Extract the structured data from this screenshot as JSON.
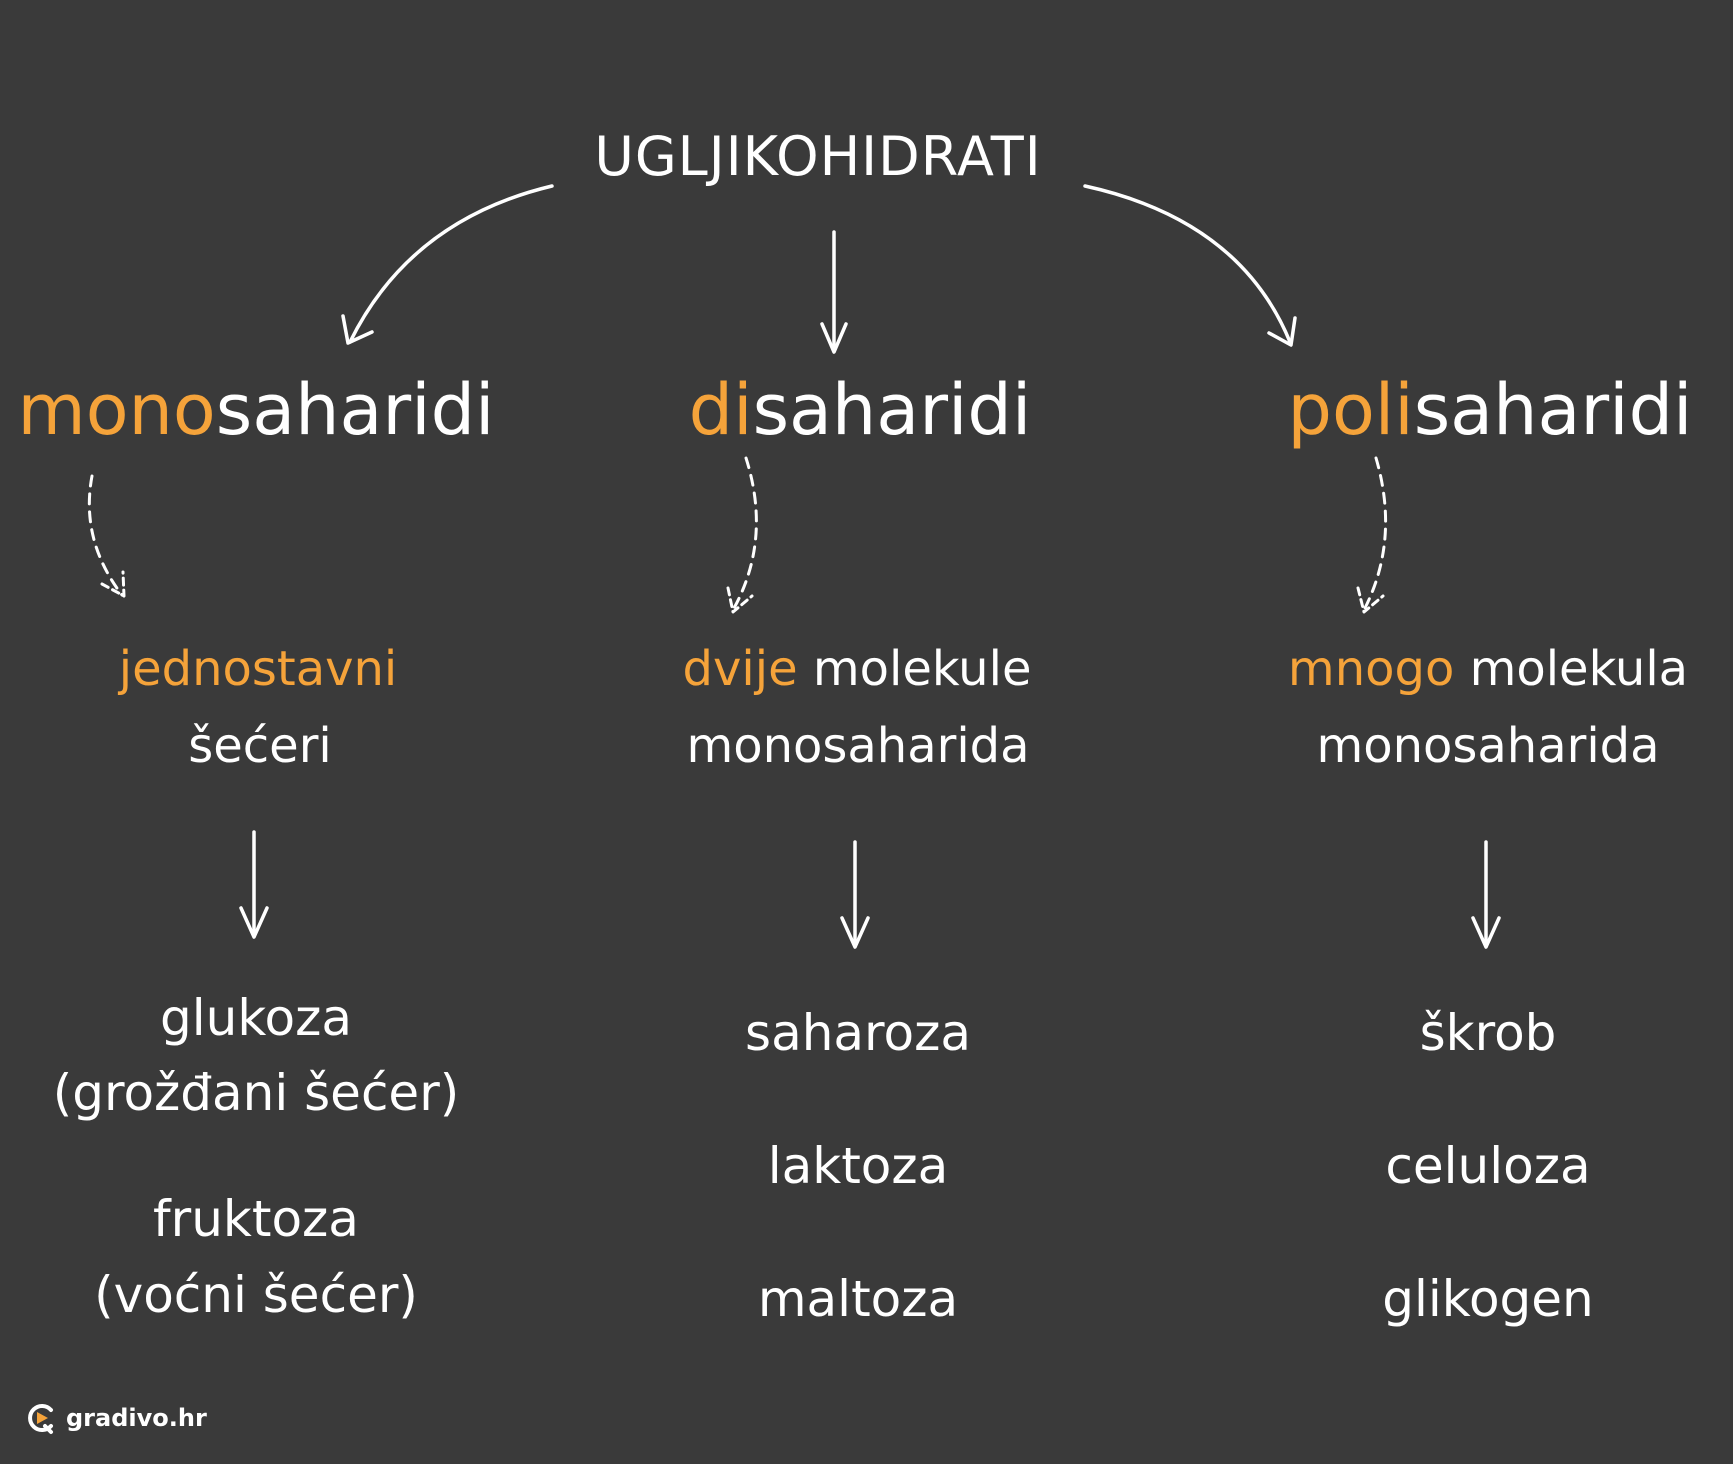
{
  "root": "UGLJIKOHIDRATI",
  "columns": [
    {
      "title_prefix": "mono",
      "title_suffix": "saharidi",
      "desc_line1_accent": "jednostavni",
      "desc_line1_rest": "",
      "desc_line2": "šećeri",
      "items": [
        "glukoza",
        "(grožđani šećer)",
        "fruktoza",
        "(voćni šećer)"
      ]
    },
    {
      "title_prefix": "di",
      "title_suffix": "saharidi",
      "desc_line1_accent": "dvije",
      "desc_line1_rest": " molekule",
      "desc_line2": "monosaharida",
      "items": [
        "saharoza",
        "laktoza",
        "maltoza"
      ]
    },
    {
      "title_prefix": "poli",
      "title_suffix": "saharidi",
      "desc_line1_accent": "mnogo",
      "desc_line1_rest": " molekula",
      "desc_line2": "monosaharida",
      "items": [
        "škrob",
        "celuloza",
        "glikogen"
      ]
    }
  ],
  "logo": {
    "text": "gradivo.hr",
    "icon": "gradivo-logo-icon"
  },
  "colors": {
    "background": "#3a3a3a",
    "accent": "#f5a33a",
    "text": "#ffffff"
  }
}
